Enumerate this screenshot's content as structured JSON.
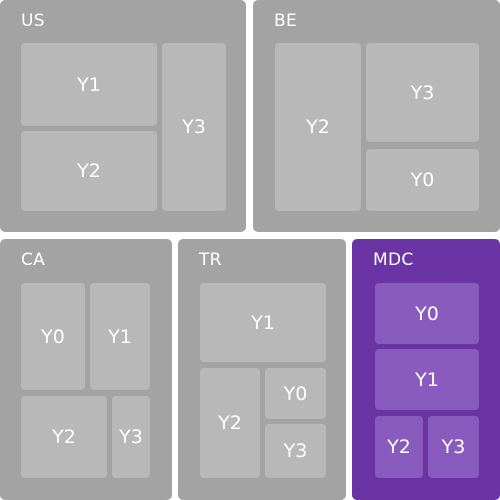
{
  "chart_data": {
    "type": "treemap",
    "highlight_color": "#6a34a4",
    "groups": [
      {
        "name": "US",
        "highlight": false,
        "children": [
          "Y1",
          "Y2",
          "Y3"
        ]
      },
      {
        "name": "BE",
        "highlight": false,
        "children": [
          "Y2",
          "Y3",
          "Y0"
        ]
      },
      {
        "name": "CA",
        "highlight": false,
        "children": [
          "Y0",
          "Y1",
          "Y2",
          "Y3"
        ]
      },
      {
        "name": "TR",
        "highlight": false,
        "children": [
          "Y1",
          "Y2",
          "Y0",
          "Y3"
        ]
      },
      {
        "name": "MDC",
        "highlight": true,
        "children": [
          "Y0",
          "Y1",
          "Y2",
          "Y3"
        ]
      }
    ]
  }
}
